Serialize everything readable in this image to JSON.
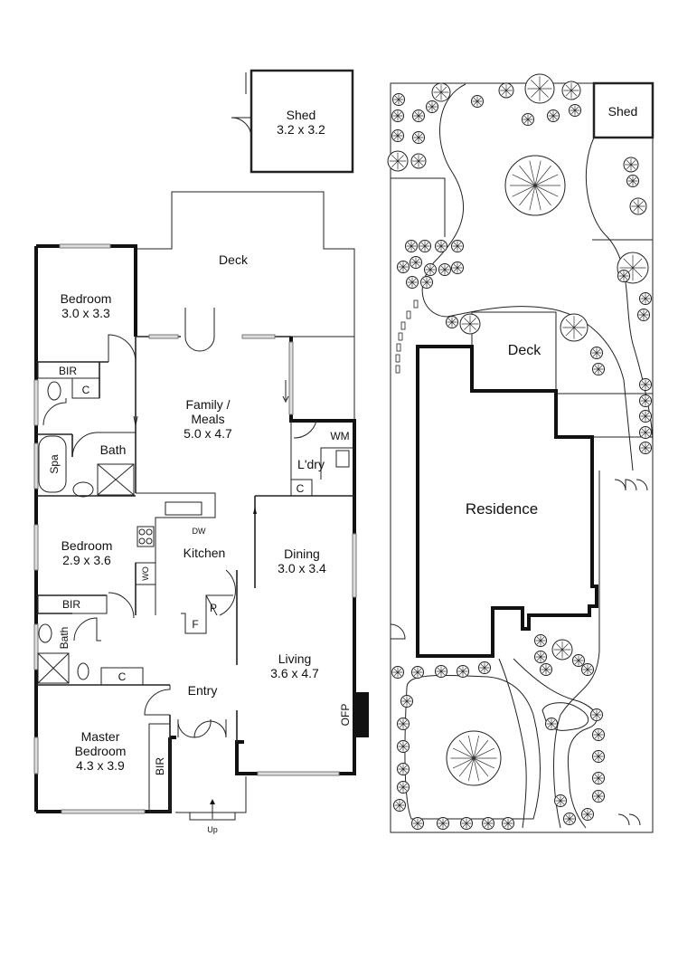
{
  "floor_plan": {
    "rooms": {
      "shed": {
        "name": "Shed",
        "size": "3.2 x 3.2"
      },
      "deck": {
        "name": "Deck"
      },
      "bedroom1": {
        "name": "Bedroom",
        "size": "3.0 x 3.3"
      },
      "family": {
        "name1": "Family /",
        "name2": "Meals",
        "size": "5.0 x 4.7"
      },
      "bedroom2": {
        "name": "Bedroom",
        "size": "2.9 x 3.6"
      },
      "kitchen": {
        "name": "Kitchen"
      },
      "dining": {
        "name": "Dining",
        "size": "3.0 x 3.4"
      },
      "living": {
        "name": "Living",
        "size": "3.6 x 4.7"
      },
      "entry": {
        "name": "Entry"
      },
      "master": {
        "name1": "Master",
        "name2": "Bedroom",
        "size": "4.3 x 3.9"
      },
      "laundry": {
        "name": "L'dry"
      }
    },
    "fixtures": {
      "bir1": "BIR",
      "bir2": "BIR",
      "bir3": "BIR",
      "c1": "C",
      "c2": "C",
      "c3": "C",
      "bath1": "Bath",
      "bath2": "Bath",
      "spa": "Spa",
      "wm": "WM",
      "dw": "DW",
      "wo": "WO",
      "pantry": "P",
      "fridge": "F",
      "ofp": "OFP",
      "up": "Up"
    }
  },
  "site_plan": {
    "shed": "Shed",
    "deck": "Deck",
    "residence": "Residence"
  }
}
